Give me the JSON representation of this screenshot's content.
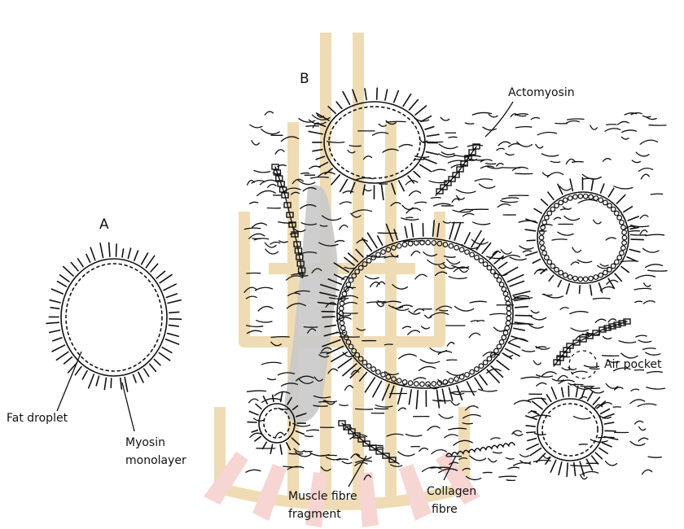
{
  "panel_a": {
    "label": "A"
  },
  "panel_b": {
    "label": "B"
  },
  "labels": {
    "fat_droplet": "Fat droplet",
    "myosin_1": "Myosin",
    "myosin_2": "monolayer",
    "actomyosin": "Actomyosin",
    "air_pocket": "Air pocket",
    "muscle_1": "Muscle fibre",
    "muscle_2": "fragment",
    "collagen_1": "Collagen",
    "collagen_2": "fibre"
  },
  "colors": {
    "ink": "#111111",
    "fragment_shade": "#c9c9c9",
    "watermark_gold": "#e2c178",
    "watermark_red": "#f2b3b0"
  }
}
